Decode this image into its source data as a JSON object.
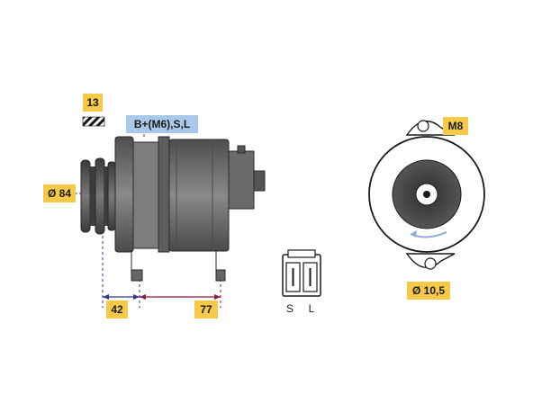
{
  "labels": {
    "rating": "13",
    "terminals": "B+(M6),S,L",
    "pulley_diameter": "Ø 84",
    "dim_42": "42",
    "dim_77": "77",
    "plug_s": "S",
    "plug_l": "L",
    "mount": "M8",
    "hole": "Ø 10,5"
  },
  "colors": {
    "tag_yellow": "#f7c948",
    "tag_blue": "#a9c8ea",
    "body_dark": "#6d6d6d",
    "dim_line": "#2c3b8f",
    "dim_line2": "#8b1b3f"
  }
}
